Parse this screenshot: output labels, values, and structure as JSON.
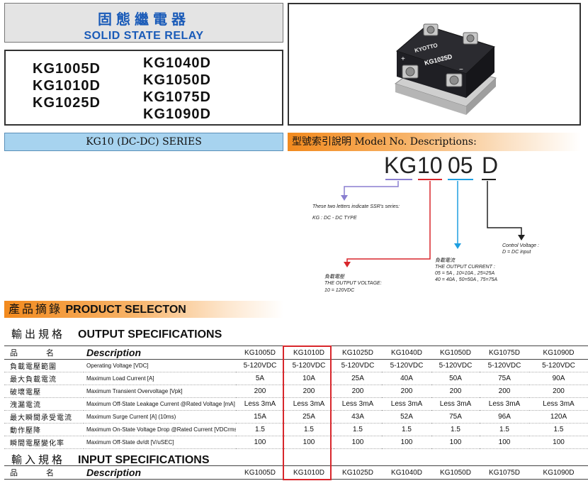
{
  "header": {
    "title_cn": "固態繼電器",
    "title_en": "SOLID STATE RELAY",
    "models_left": [
      "KG1005D",
      "KG1010D",
      "KG1025D"
    ],
    "models_right": [
      "KG1040D",
      "KG1050D",
      "KG1075D",
      "KG1090D"
    ]
  },
  "product_image": {
    "brand": "KYOTTO",
    "model": "KG1025D",
    "plus": "+",
    "minus": "−"
  },
  "series_bar": {
    "label": "KG10 (DC-DC) SERIES"
  },
  "model_desc": {
    "heading": "型號索引說明 Model No. Descriptions:",
    "code_parts": [
      "KG",
      "10",
      "05",
      "D"
    ],
    "note_series_line1": "These two letters indicate SSR's series:",
    "note_series_line2": "KG : DC - DC TYPE",
    "note_control_line1": "Control Voltage :",
    "note_control_line2": "D = DC input",
    "note_current_cn": "負載電流",
    "note_current_line1": "THE OUTPUT CURRENT :",
    "note_current_line2": "05 = 5A , 10=10A , 25=25A",
    "note_current_line3": "40 = 40A , 50=50A , 75=75A",
    "note_voltage_cn": "負載電壓",
    "note_voltage_line1": "THE OUTPUT VOLTAGE:",
    "note_voltage_line2": "10 = 120VDC",
    "colors": {
      "series": "#8a7fd0",
      "voltage": "#d8262b",
      "current": "#1e9fe0",
      "control": "#222222"
    }
  },
  "product_selection": {
    "label_cn": "產品摘錄",
    "label_en": "PRODUCT SELECTON"
  },
  "output_spec": {
    "title_cn": "輸出規格",
    "title_en": "OUTPUT SPECIFICATIONS",
    "header": {
      "cn": "品名",
      "en": "Description",
      "models": [
        "KG1005D",
        "KG1010D",
        "KG1025D",
        "KG1040D",
        "KG1050D",
        "KG1075D",
        "KG1090D"
      ]
    },
    "rows": [
      {
        "cn": "負載電壓範圍",
        "en": "Operating Voltage [VDC]",
        "values": [
          "5-120VDC",
          "5-120VDC",
          "5-120VDC",
          "5-120VDC",
          "5-120VDC",
          "5-120VDC",
          "5-120VDC"
        ]
      },
      {
        "cn": "最大負載電流",
        "en": "Maximum Load Current [A]",
        "values": [
          "5A",
          "10A",
          "25A",
          "40A",
          "50A",
          "75A",
          "90A"
        ]
      },
      {
        "cn": "破壞電壓",
        "en": "Maximum Transient Overvoltage [Vpk]",
        "values": [
          "200",
          "200",
          "200",
          "200",
          "200",
          "200",
          "200"
        ]
      },
      {
        "cn": "洩漏電流",
        "en": "Maximum Off-State Leakage Current @Rated Voltage [mA]",
        "values": [
          "Less 3mA",
          "Less 3mA",
          "Less 3mA",
          "Less 3mA",
          "Less 3mA",
          "Less 3mA",
          "Less 3mA"
        ]
      },
      {
        "cn": "最大瞬間承受電流",
        "en": "Maximum Surge Current [A] (10ms)",
        "values": [
          "15A",
          "25A",
          "43A",
          "52A",
          "75A",
          "96A",
          "120A"
        ]
      },
      {
        "cn": "動作壓降",
        "en": "Maximum On-State Voltage Drop @Rated Current [VDCrms]",
        "values": [
          "1.5",
          "1.5",
          "1.5",
          "1.5",
          "1.5",
          "1.5",
          "1.5"
        ]
      },
      {
        "cn": "瞬間電壓變化率",
        "en": "Maximum Off-State dv/dt [V/uSEC]",
        "values": [
          "100",
          "100",
          "100",
          "100",
          "100",
          "100",
          "100"
        ]
      }
    ]
  },
  "input_spec": {
    "title_cn": "輸入規格",
    "title_en": "INPUT SPECIFICATIONS",
    "header": {
      "cn": "品名",
      "en": "Description",
      "models": [
        "KG1005D",
        "KG1010D",
        "KG1025D",
        "KG1040D",
        "KG1050D",
        "KG1075D",
        "KG1090D"
      ]
    }
  }
}
